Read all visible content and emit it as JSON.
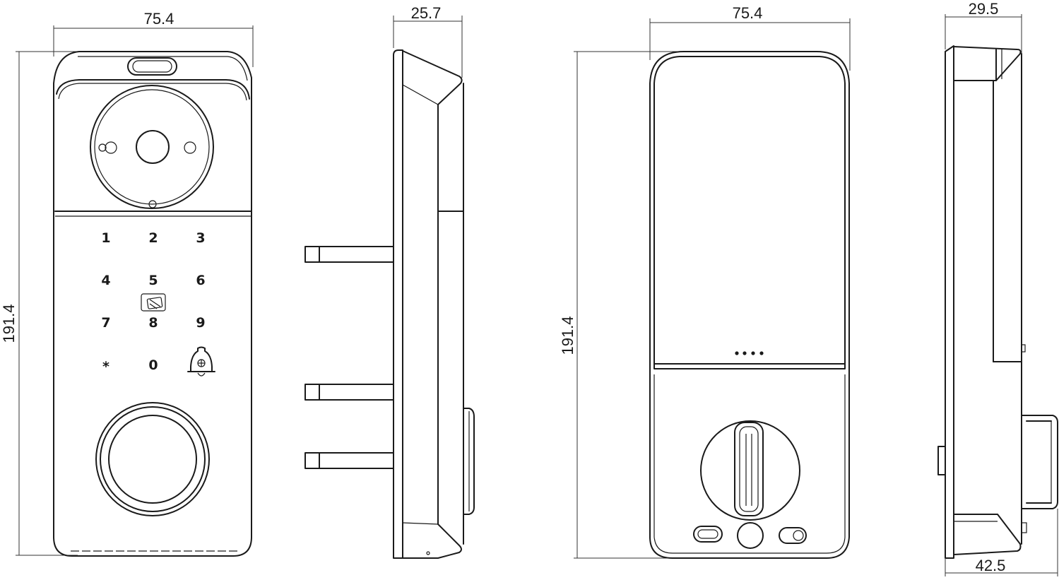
{
  "dimensions": {
    "front_width": "75.4",
    "front_height": "191.4",
    "side_outer_depth": "25.7",
    "back_width": "75.4",
    "back_height": "191.4",
    "side_inner_depth": "29.5",
    "side_inner_total_depth": "42.5"
  },
  "keypad": {
    "keys": [
      "1",
      "2",
      "3",
      "4",
      "5",
      "6",
      "7",
      "8",
      "9",
      "*",
      "0"
    ]
  },
  "icons": {
    "rfid": "rfid-card-icon",
    "bell": "doorbell-icon"
  }
}
